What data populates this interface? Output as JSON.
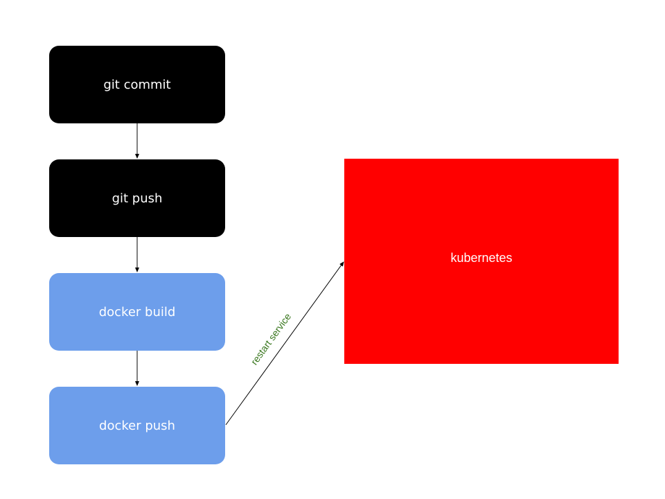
{
  "steps": [
    {
      "label": "git commit",
      "color": "#000000"
    },
    {
      "label": "git push",
      "color": "#000000"
    },
    {
      "label": "docker build",
      "color": "#6d9eeb"
    },
    {
      "label": "docker push",
      "color": "#6d9eeb"
    }
  ],
  "target": {
    "label": "kubernetes",
    "color": "#ff0000"
  },
  "edge": {
    "label": "restart service",
    "color": "#38761d"
  }
}
